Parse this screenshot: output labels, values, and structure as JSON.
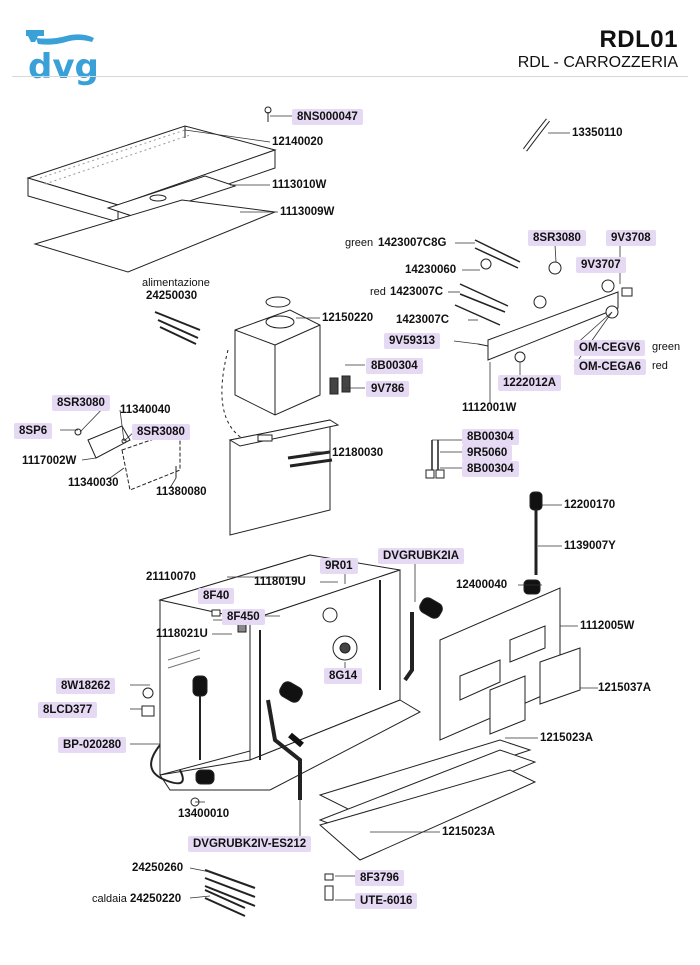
{
  "header": {
    "model_code": "RDL01",
    "section_title": "RDL - CARROZZERIA",
    "brand_logo_text": "dvg"
  },
  "parts": {
    "p_8NS000047": "8NS000047",
    "p_12140020": "12140020",
    "p_1113010W": "1113010W",
    "p_1113009W": "1113009W",
    "p_13350110": "13350110",
    "p_1423007C8G": "1423007C8G",
    "p_8SR3080_a": "8SR3080",
    "p_9V3708": "9V3708",
    "p_14230060": "14230060",
    "p_9V3707": "9V3707",
    "p_1423007C_red": "1423007C",
    "p_1423007C": "1423007C",
    "p_9V59313": "9V59313",
    "p_OM_CEGV6": "OM-CEGV6",
    "p_OM_CEGA6": "OM-CEGA6",
    "p_1222012A": "1222012A",
    "p_1112001W": "1112001W",
    "p_24250030": "24250030",
    "p_12150220": "12150220",
    "p_8B00304_a": "8B00304",
    "p_9V786": "9V786",
    "p_8SR3080_b": "8SR3080",
    "p_11340040": "11340040",
    "p_8SP6": "8SP6",
    "p_8SR3080_c": "8SR3080",
    "p_1117002W": "1117002W",
    "p_11340030": "11340030",
    "p_11380080": "11380080",
    "p_12180030": "12180030",
    "p_8B00304_b": "8B00304",
    "p_9R5060": "9R5060",
    "p_8B00304_c": "8B00304",
    "p_12200170": "12200170",
    "p_1139007Y": "1139007Y",
    "p_21110070": "21110070",
    "p_1118019U": "1118019U",
    "p_9R01": "9R01",
    "p_DVGRUBK2IA": "DVGRUBK2IA",
    "p_12400040": "12400040",
    "p_8F40": "8F40",
    "p_8F450": "8F450",
    "p_1118021U": "1118021U",
    "p_1112005W": "1112005W",
    "p_8G14": "8G14",
    "p_8W18262": "8W18262",
    "p_1215037A": "1215037A",
    "p_8LCD377": "8LCD377",
    "p_1215023A_a": "1215023A",
    "p_BP_020280": "BP-020280",
    "p_13400010": "13400010",
    "p_1215023A_b": "1215023A",
    "p_DVGRUBK2IV_ES212": "DVGRUBK2IV-ES212",
    "p_24250260": "24250260",
    "p_8F3796": "8F3796",
    "p_24250220": "24250220",
    "p_UTE_6016": "UTE-6016"
  },
  "notes": {
    "green_1": "green",
    "red_1": "red",
    "green_2": "green",
    "red_2": "red",
    "alimentazione": "alimentazione",
    "caldaia": "caldaia"
  },
  "colors": {
    "highlight": "#e6d9f4",
    "logo_blue": "#3aa0d8"
  }
}
